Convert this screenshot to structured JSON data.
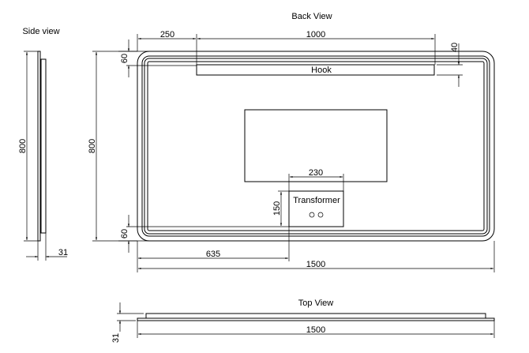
{
  "titles": {
    "back_view": "Back View",
    "side_view": "Side view",
    "top_view": "Top View"
  },
  "labels": {
    "hook": "Hook",
    "transformer": "Transformer"
  },
  "dimensions": {
    "hook_offset": "250",
    "hook_width": "1000",
    "hook_height": "40",
    "top_margin": "60",
    "height_back": "800",
    "bottom_margin": "60",
    "transformer_height": "150",
    "transformer_width": "230",
    "transformer_offset": "635",
    "width_back": "1500",
    "height_side": "800",
    "depth_side": "31",
    "width_top": "1500",
    "depth_top": "31"
  }
}
